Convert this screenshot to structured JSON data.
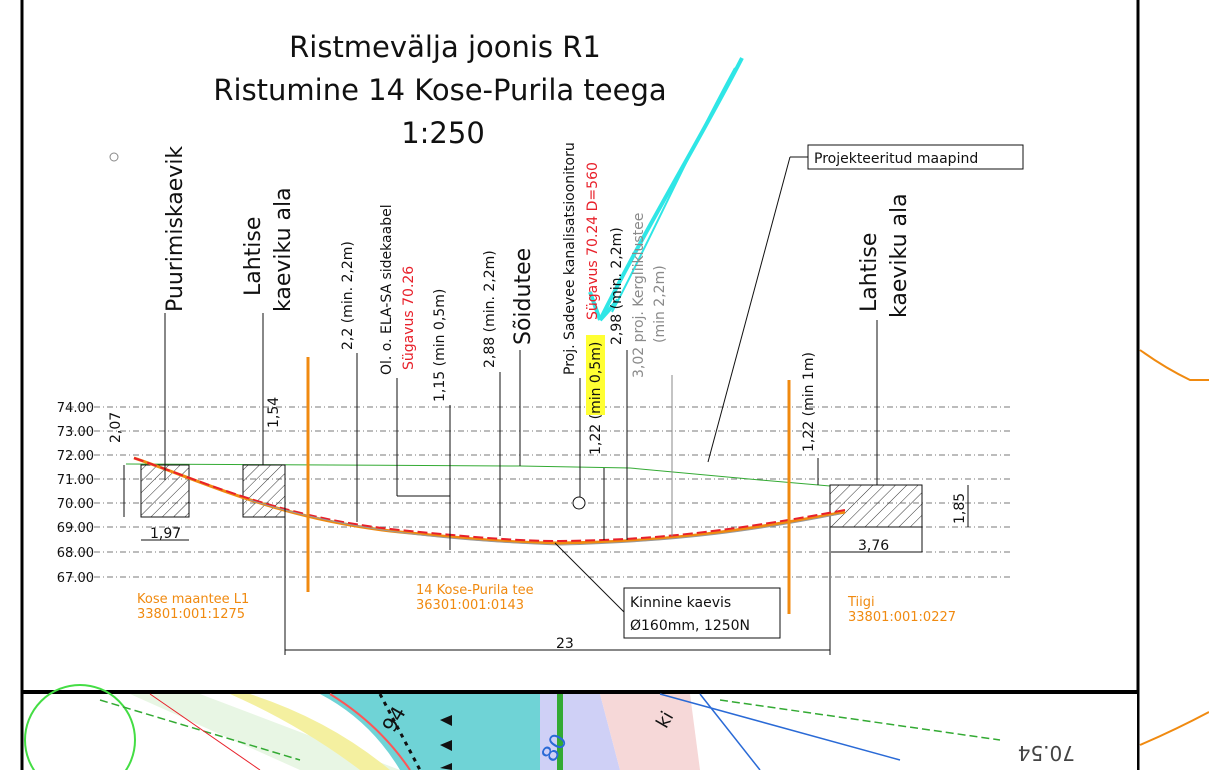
{
  "title": {
    "line1": "Ristmevälja joonis R1",
    "line2": "Ristumine 14 Kose-Purila teega",
    "scale": "1:250"
  },
  "elevation_labels": [
    "74.00",
    "73.00",
    "72.00",
    "71.00",
    "70.00",
    "69.00",
    "68.00",
    "67.00"
  ],
  "vertical_labels": {
    "puurimiskaevik": "Puurimiskaevik",
    "lahtise1_a": "Lahtise",
    "lahtise1_b": "kaeviku ala",
    "dim_2_2": "2,2 (min. 2,2m)",
    "sidekaabel": "Ol. o. ELA-SA sidekaabel",
    "sugavus_70_26": "Sügavus 70.26",
    "dim_1_15": "1,15 (min 0,5m)",
    "dim_2_88": "2,88 (min. 2,2m)",
    "soidutee": "Sõidutee",
    "kanalisatsioon": "Proj. Sadevee kanalisatsioonitoru",
    "sugavus_70_24": "Sügavus 70.24 D=560",
    "dim_1_22a_pre": "1,22 ",
    "dim_1_22a_hl": "(min 0,5m)",
    "dim_2_98": "2,98 (min. 2,2m)",
    "kergliiklustee": "3,02 proj. Kergliiklustee",
    "kergliiklustee_min": "(min 2,2m)",
    "dim_1_22b": "1,22 (min 1m)",
    "lahtise2_a": "Lahtise",
    "lahtise2_b": "kaeviku ala",
    "dim_2_07": "2,07",
    "dim_1_54": "1,54",
    "dim_1_85": "1,85"
  },
  "dimensions": {
    "width_1_97": "1,97",
    "width_3_76": "3,76",
    "total_23": "23"
  },
  "callouts": {
    "projekteeritud": "Projekteeritud maapind",
    "kinnine_line1": "Kinnine kaevis",
    "kinnine_line2": "Ø160mm, 1250N"
  },
  "parcels": {
    "left_name": "Kose maantee L1",
    "left_id": "33801:001:1275",
    "center_name": "14 Kose-Purila tee",
    "center_id": "36301:001:0143",
    "right_name": "Tiigi",
    "right_id": "33801:001:0227"
  },
  "map_fragments": {
    "label_80": "80",
    "label_94": "94",
    "label_ki": "ki",
    "label_7054": "70.54"
  },
  "colors": {
    "annotation_cyan": "#2fe6e6",
    "orange": "#f08a10",
    "red_depth": "#e8202a",
    "highlight": "#ffff33",
    "ground_green": "#33aa33"
  }
}
